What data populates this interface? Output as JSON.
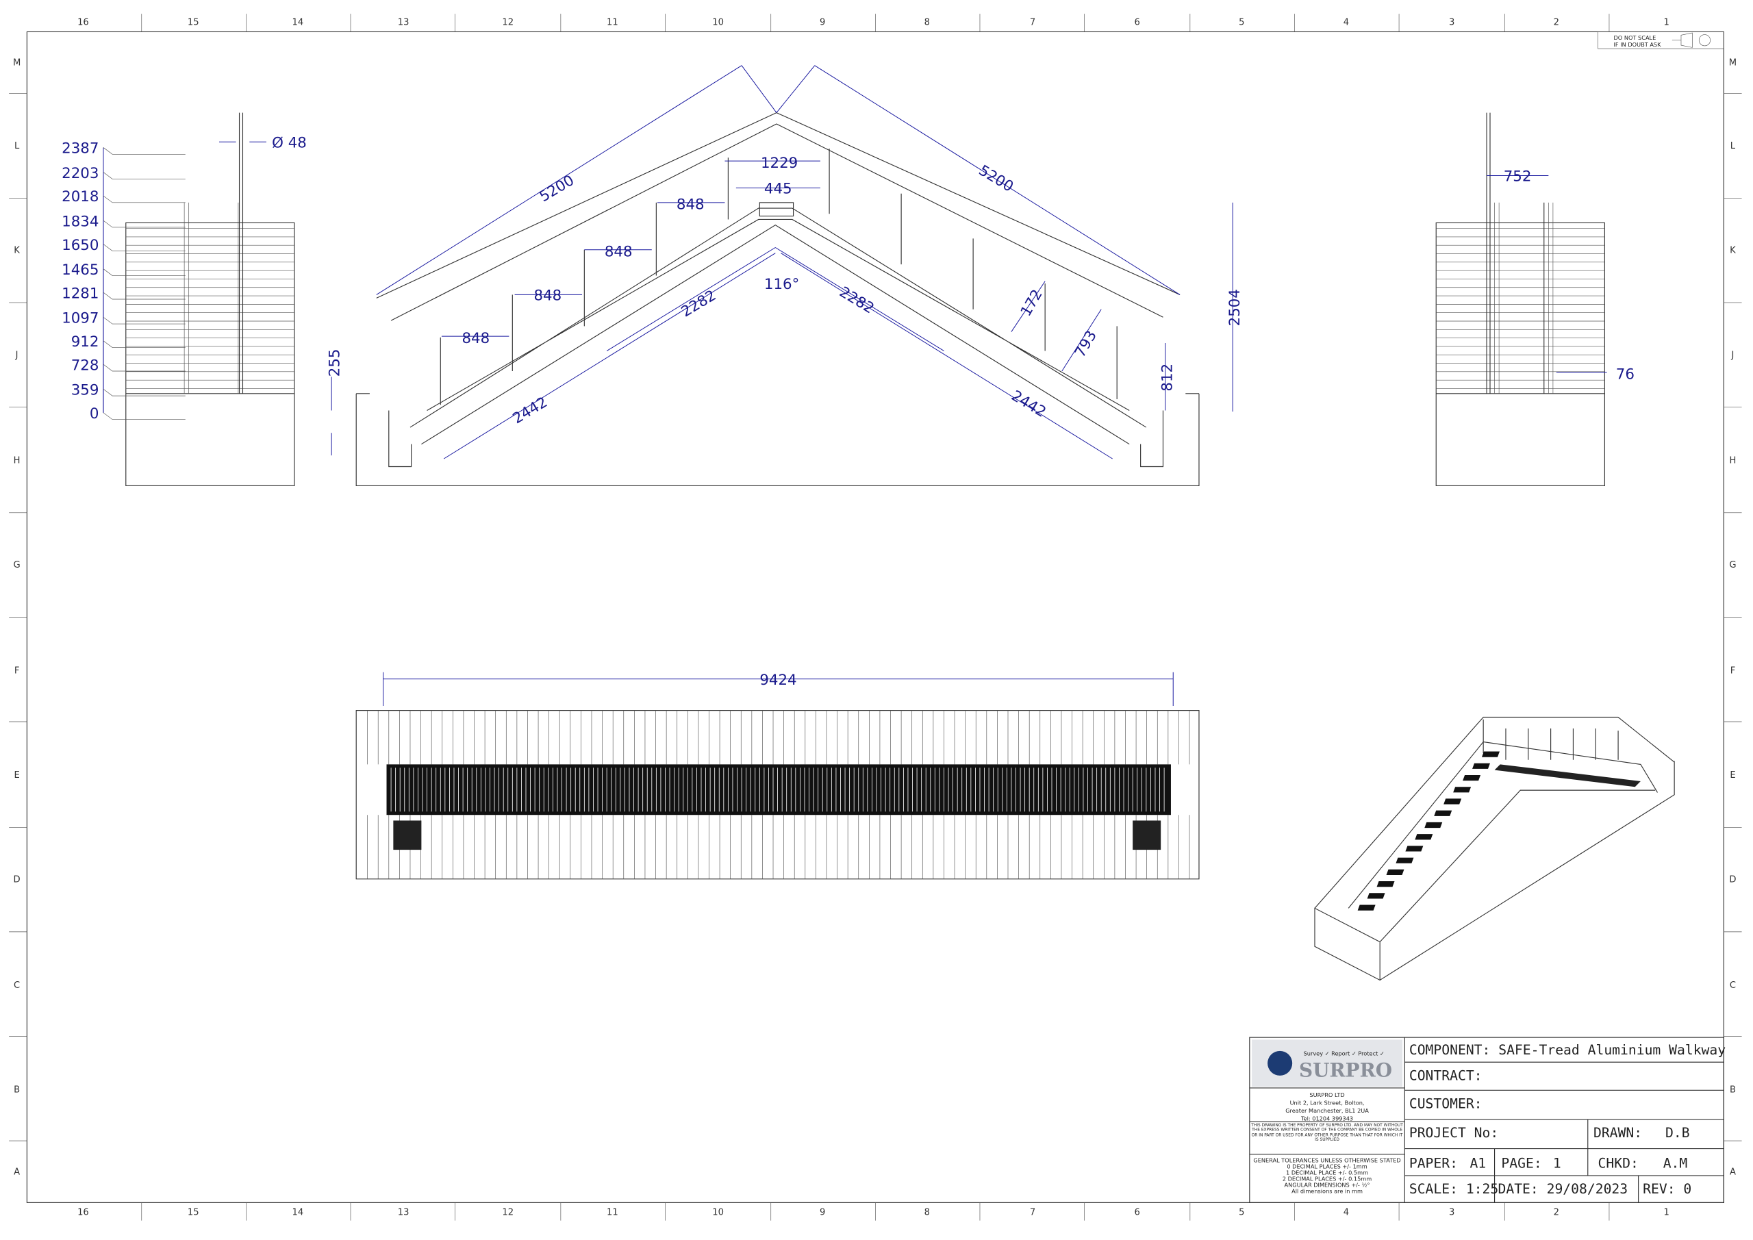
{
  "grid": {
    "columns": [
      "16",
      "15",
      "14",
      "13",
      "12",
      "11",
      "10",
      "9",
      "8",
      "7",
      "6",
      "5",
      "4",
      "3",
      "2",
      "1"
    ],
    "rows": [
      "M",
      "L",
      "K",
      "J",
      "H",
      "G",
      "F",
      "E",
      "D",
      "C",
      "B",
      "A"
    ]
  },
  "notice": {
    "line1": "DO NOT SCALE",
    "line2": "IF IN DOUBT ASK"
  },
  "side_view_left": {
    "levels": [
      "2387",
      "2203",
      "2018",
      "1834",
      "1650",
      "1465",
      "1281",
      "1097",
      "912",
      "728",
      "359",
      "0"
    ],
    "handrail_diameter": "Ø 48"
  },
  "front_view": {
    "roof_left": "5200",
    "roof_right": "5200",
    "top_width": "1229",
    "top_platform": "445",
    "spacings": [
      "848",
      "848",
      "848",
      "848"
    ],
    "angle": "116°",
    "stair_left": "2282",
    "stair_right": "2282",
    "base_left": "2442",
    "base_right": "2442",
    "height_overall": "2504",
    "left_upstand": "255",
    "right_upstand": "812",
    "rail_height": "793",
    "stringer": "172"
  },
  "side_view_right": {
    "width": "752",
    "offset": "76"
  },
  "plan_view": {
    "length": "9424"
  },
  "title_block": {
    "logo_tagline": "Survey ✓ Report ✓ Protect ✓",
    "logo_name": "SURPRO",
    "company": "SURPRO LTD",
    "address1": "Unit 2, Lark Street, Bolton,",
    "address2": "Greater Manchester, BL1 2UA",
    "tel": "Tel: 01204 399343",
    "property_notice": "THIS DRAWING IS THE PROPERTY OF SURPRO LTD. AND MAY NOT WITHOUT THE EXPRESS WRITTEN CONSENT OF THE COMPANY BE COPIED IN WHOLE OR IN PART OR USED FOR ANY OTHER PURPOSE THAN THAT FOR WHICH IT IS SUPPLIED",
    "tolerances": [
      "GENERAL TOLERANCES UNLESS OTHERWISE STATED",
      "0 DECIMAL PLACES +/- 1mm",
      "1 DECIMAL PLACE +/- 0.5mm",
      "2 DECIMAL PLACES +/- 0.15mm",
      "ANGULAR DIMENSIONS +/- ½°",
      "All dimensions are in mm"
    ],
    "component": "COMPONENT:  SAFE-Tread Aluminium Walkway",
    "contract": "CONTRACT:",
    "customer": "CUSTOMER:",
    "project_no": "PROJECT No:",
    "drawn_label": "DRAWN:",
    "drawn": "D.B",
    "paper_label": "PAPER:",
    "paper": "A1",
    "page_label": "PAGE:",
    "page": "1",
    "chkd_label": "CHKD:",
    "chkd": "A.M",
    "scale": "SCALE: 1:25",
    "date": "DATE: 29/08/2023",
    "rev": "REV: 0"
  },
  "colors": {
    "dimension": "#1a1a8c",
    "line": "#333333"
  }
}
